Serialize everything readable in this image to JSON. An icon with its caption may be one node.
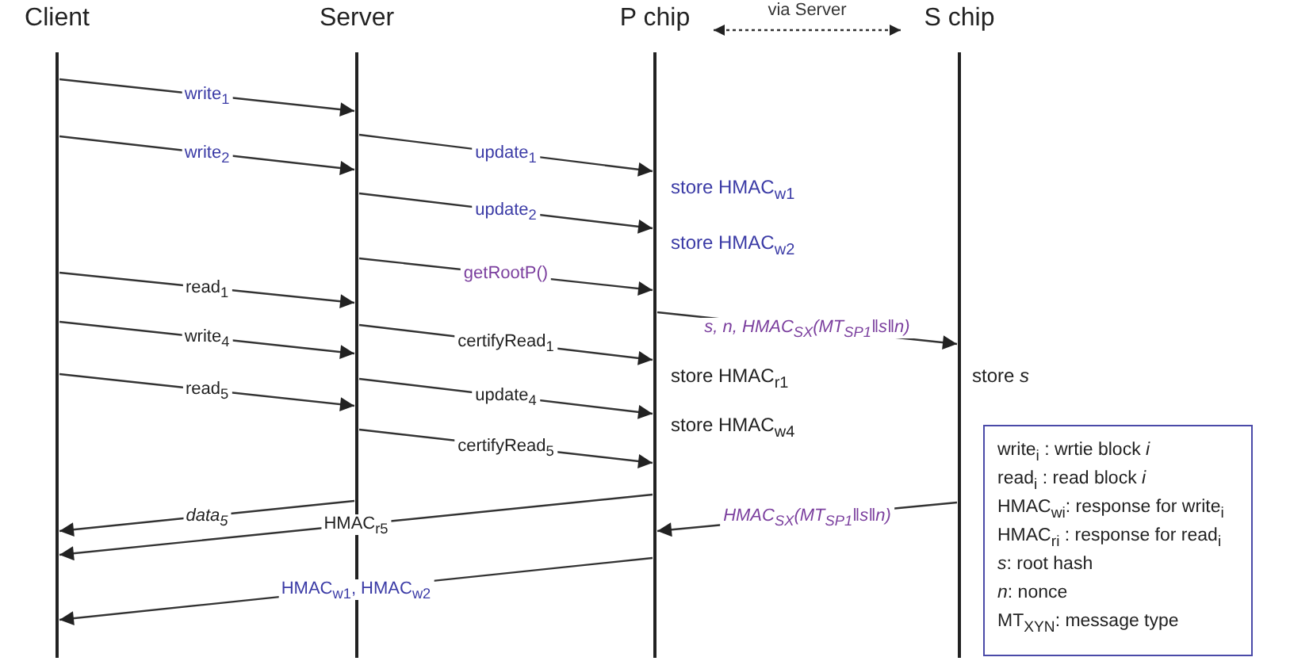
{
  "diagram": {
    "nodes": [
      {
        "text": [
          "Client"
        ]
      },
      {
        "text": [
          "Server"
        ]
      },
      {
        "text": [
          "P chip"
        ],
        "beside": [
          "store HMAC$_{w1}$",
          "store HMAC$_{w2}$",
          "store HMAC$_{r1}$",
          "store HMAC$_{w4}$"
        ]
      },
      {
        "text": [
          "S chip"
        ],
        "beside": [
          "store *s*"
        ]
      },
      {
        "text": [
          "write$_{i}$ : wrtie block *i*",
          "read$_{i}$ : read block *i*",
          "HMAC$_{wi}$: response for write$_{i}$",
          "HMAC$_{ri}$ : response for read$_{i}$",
          "*s*: root hash",
          "*n*: nonce",
          "MT$_{XYN}$: message type"
        ]
      }
    ],
    "edges": [
      {
        "from": 2,
        "to": 3,
        "arrow": "both",
        "style": "dashed",
        "label": "via Server"
      },
      {
        "from": 0,
        "to": 1,
        "arrow": "to",
        "label": "write$_{1}$"
      },
      {
        "from": 0,
        "to": 1,
        "arrow": "to",
        "label": "write$_{2}$"
      },
      {
        "from": 1,
        "to": 2,
        "arrow": "to",
        "label": "update$_{1}$"
      },
      {
        "from": 1,
        "to": 2,
        "arrow": "to",
        "label": "update$_{2}$"
      },
      {
        "from": 1,
        "to": 2,
        "arrow": "to",
        "label": "getRootP()"
      },
      {
        "from": 0,
        "to": 1,
        "arrow": "to",
        "label": "read$_{1}$"
      },
      {
        "from": 2,
        "to": 3,
        "arrow": "to",
        "label": "s, n, HMAC$_{SX}$(MT$_{SP1}$‖s‖n)"
      },
      {
        "from": 0,
        "to": 1,
        "arrow": "to",
        "label": "write$_{4}$"
      },
      {
        "from": 1,
        "to": 2,
        "arrow": "to",
        "label": "certifyRead$_{1}$"
      },
      {
        "from": 0,
        "to": 1,
        "arrow": "to",
        "label": "read$_{5}$"
      },
      {
        "from": 1,
        "to": 2,
        "arrow": "to",
        "label": "update$_{4}$"
      },
      {
        "from": 1,
        "to": 2,
        "arrow": "to",
        "label": "certifyRead$_{5}$"
      },
      {
        "from": 1,
        "to": 0,
        "arrow": "to",
        "label": "data$_{5}$"
      },
      {
        "from": 2,
        "to": 0,
        "arrow": "to",
        "label": "HMAC$_{r5}$"
      },
      {
        "from": 3,
        "to": 2,
        "arrow": "to",
        "label": "HMAC$_{SX}$(MT$_{SP1}$‖s‖n)"
      },
      {
        "from": 2,
        "to": 0,
        "arrow": "to",
        "label": "HMAC$_{w1}$, HMAC$_{w2}$"
      }
    ]
  }
}
